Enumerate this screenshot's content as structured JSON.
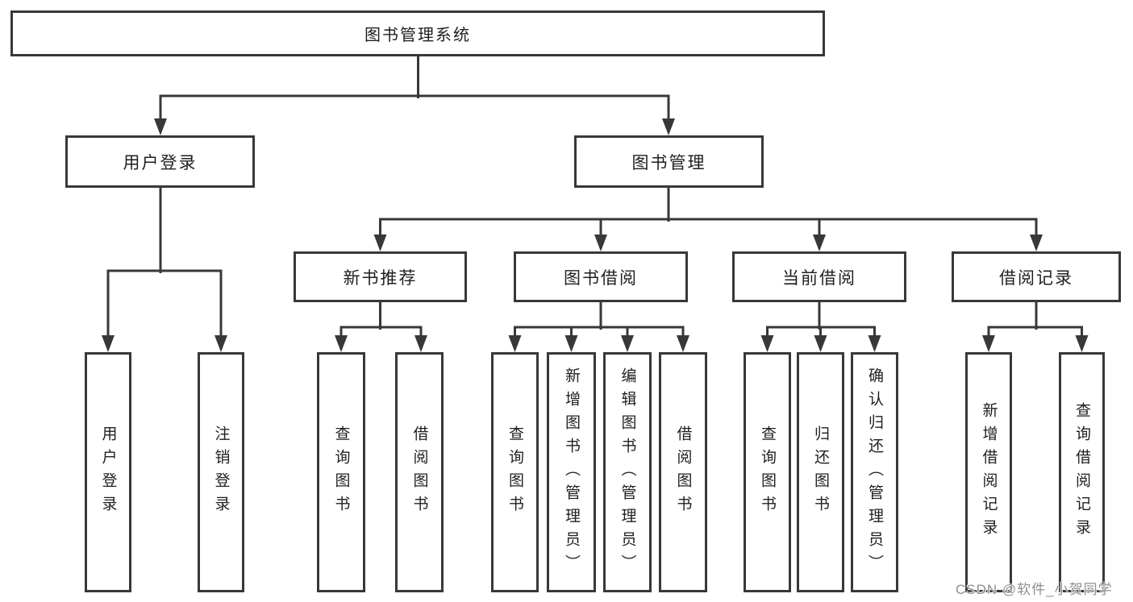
{
  "tree": {
    "label": "图书管理系统",
    "children": [
      {
        "label": "用户登录",
        "children": [
          {
            "label": "用户登录"
          },
          {
            "label": "注销登录"
          }
        ]
      },
      {
        "label": "图书管理",
        "children": [
          {
            "label": "新书推荐",
            "children": [
              {
                "label": "查询图书"
              },
              {
                "label": "借阅图书"
              }
            ]
          },
          {
            "label": "图书借阅",
            "children": [
              {
                "label": "查询图书"
              },
              {
                "label": "新增图书（管理员）"
              },
              {
                "label": "编辑图书（管理员）"
              },
              {
                "label": "借阅图书"
              }
            ]
          },
          {
            "label": "当前借阅",
            "children": [
              {
                "label": "查询图书"
              },
              {
                "label": "归还图书"
              },
              {
                "label": "确认归还（管理员）"
              }
            ]
          },
          {
            "label": "借阅记录",
            "children": [
              {
                "label": "新增借阅记录"
              },
              {
                "label": "查询借阅记录"
              }
            ]
          }
        ]
      }
    ]
  },
  "watermark": {
    "text": "CSDN @软件_小贺同学"
  },
  "colors": {
    "line": "#383838",
    "text": "#1f1f1f",
    "background": "#ffffff",
    "watermark": "#8f8f8f"
  }
}
